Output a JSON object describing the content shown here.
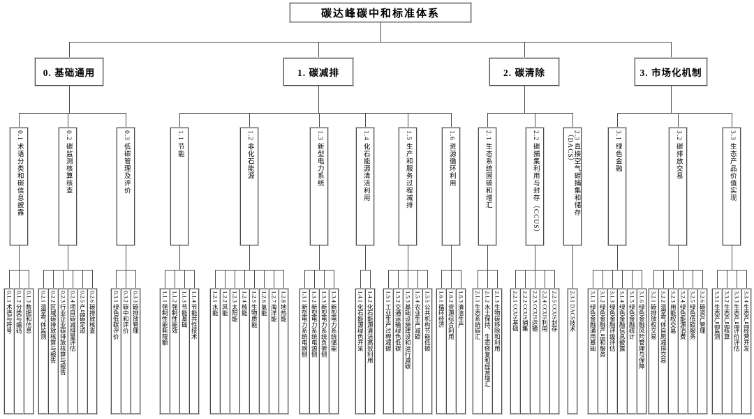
{
  "title": "碳达峰碳中和标准体系",
  "colors": {
    "background": "#ffffff",
    "line": "#4a4a4a",
    "text": "#000000"
  },
  "branches": [
    {
      "label": "0. 基础通用",
      "sections": [
        {
          "label": "0.1 术语分类和碳信息披露",
          "items": [
            "0.1.1 术语与符号",
            "0.1.2 分类与编码",
            "0.1.3 数据和信息"
          ]
        },
        {
          "label": "0.2 碳监测核算核查",
          "items": [
            "0.2.1 温室气体监测",
            "0.2.2 区域碳排放核算与报告",
            "0.2.3 行业企业碳排放核算与报告",
            "0.2.4 项目碳减排量评估",
            "0.2.5 产品碳足迹",
            "0.2.6 碳排放核查"
          ]
        },
        {
          "label": "0.3 低碳管理及评价",
          "items": [
            "0.3.1 绿色低碳评价",
            "0.3.2 碳中和评价",
            "0.3.3 碳排放管理"
          ]
        }
      ]
    },
    {
      "label": "1. 碳减排",
      "sections": [
        {
          "label": "1.1 节能",
          "items": [
            "1.1.1 强制性能耗限额",
            "1.1.2 强制性能效",
            "1.1.3 节能基础",
            "1.1.4 节能共性技术"
          ]
        },
        {
          "label": "1.2 非化石能源",
          "items": [
            "1.2.1 水能",
            "1.2.2 风能",
            "1.2.3 太阳能",
            "1.2.4 核能",
            "1.2.5 生物质能",
            "1.2.6 氢能",
            "1.2.7 海洋能",
            "1.2.8 地热能"
          ]
        },
        {
          "label": "1.3 新型电力系统",
          "items": [
            "1.3.1 新型电力系统电网侧",
            "1.3.2 新型电力系统电源侧",
            "1.3.3 新型电力系统负荷侧",
            "1.3.4 新型电力系统储能"
          ]
        },
        {
          "label": "1.4 化石能源清洁利用",
          "items": [
            "1.4.1 化石能源绿色开采",
            "1.4.2 化石能源清洁高效利用"
          ]
        },
        {
          "label": "1.5 生产和服务过程减排",
          "items": [
            "1.5.1 工业生产过程减碳",
            "1.5.2 交通运输绿色低碳",
            "1.5.3 基础设施建设和运行减碳",
            "1.5.4 农业生产减碳",
            "1.5.5 公共机构节能低碳"
          ]
        },
        {
          "label": "1.6 资源循环利用",
          "items": [
            "1.6.1 循环经济",
            "1.6.2 资源综合利用",
            "1.6.3 清洁生产"
          ]
        }
      ]
    },
    {
      "label": "2. 碳清除",
      "sections": [
        {
          "label": "2.1 生态系统固碳和增汇",
          "items": [
            "2.1.1 生态系统碳汇",
            "2.1.2 水土保持、生态修复和经营增汇",
            "2.1.3 生物碳移除和利用"
          ]
        },
        {
          "label": "2.2 碳捕集利用与封存（CCUS）",
          "items": [
            "2.2.1 CCUS基础",
            "2.2.2 CCUS捕集",
            "2.2.3 CCUS运输",
            "2.2.4 CCUS利用",
            "2.2.5 CCUS封存"
          ]
        },
        {
          "label": "2.3 直接空气碳捕集和储存（DACS）",
          "items": [
            "2.3.1 DACS技术"
          ]
        }
      ]
    },
    {
      "label": "3. 市场化机制",
      "sections": [
        {
          "label": "3.1 绿色金融",
          "items": [
            "3.1.1 绿色金融通用基础",
            "3.1.2 绿色金融产品和服务",
            "3.1.3 绿色金融评级评估",
            "3.1.4 绿色金融信息披露",
            "3.1.5 绿色金融统计",
            "3.1.6 绿色金融风险管理与保障"
          ]
        },
        {
          "label": "3.2 碳排放交易",
          "items": [
            "3.2.1 碳排放权交易",
            "3.2.2 温室气体自愿减排交易",
            "3.2.3 用能权交易",
            "3.2.4 绿色能源消费",
            "3.2.5 绿色低碳服务",
            "3.2.6 碳资产管理"
          ]
        },
        {
          "label": "3.3 生态产品价值实现",
          "items": [
            "3.3.1 生态产品监测",
            "3.3.2 生态产品核算",
            "3.3.3 生态产品评价评估",
            "3.3.4 生态产品经营开发"
          ]
        }
      ]
    }
  ]
}
